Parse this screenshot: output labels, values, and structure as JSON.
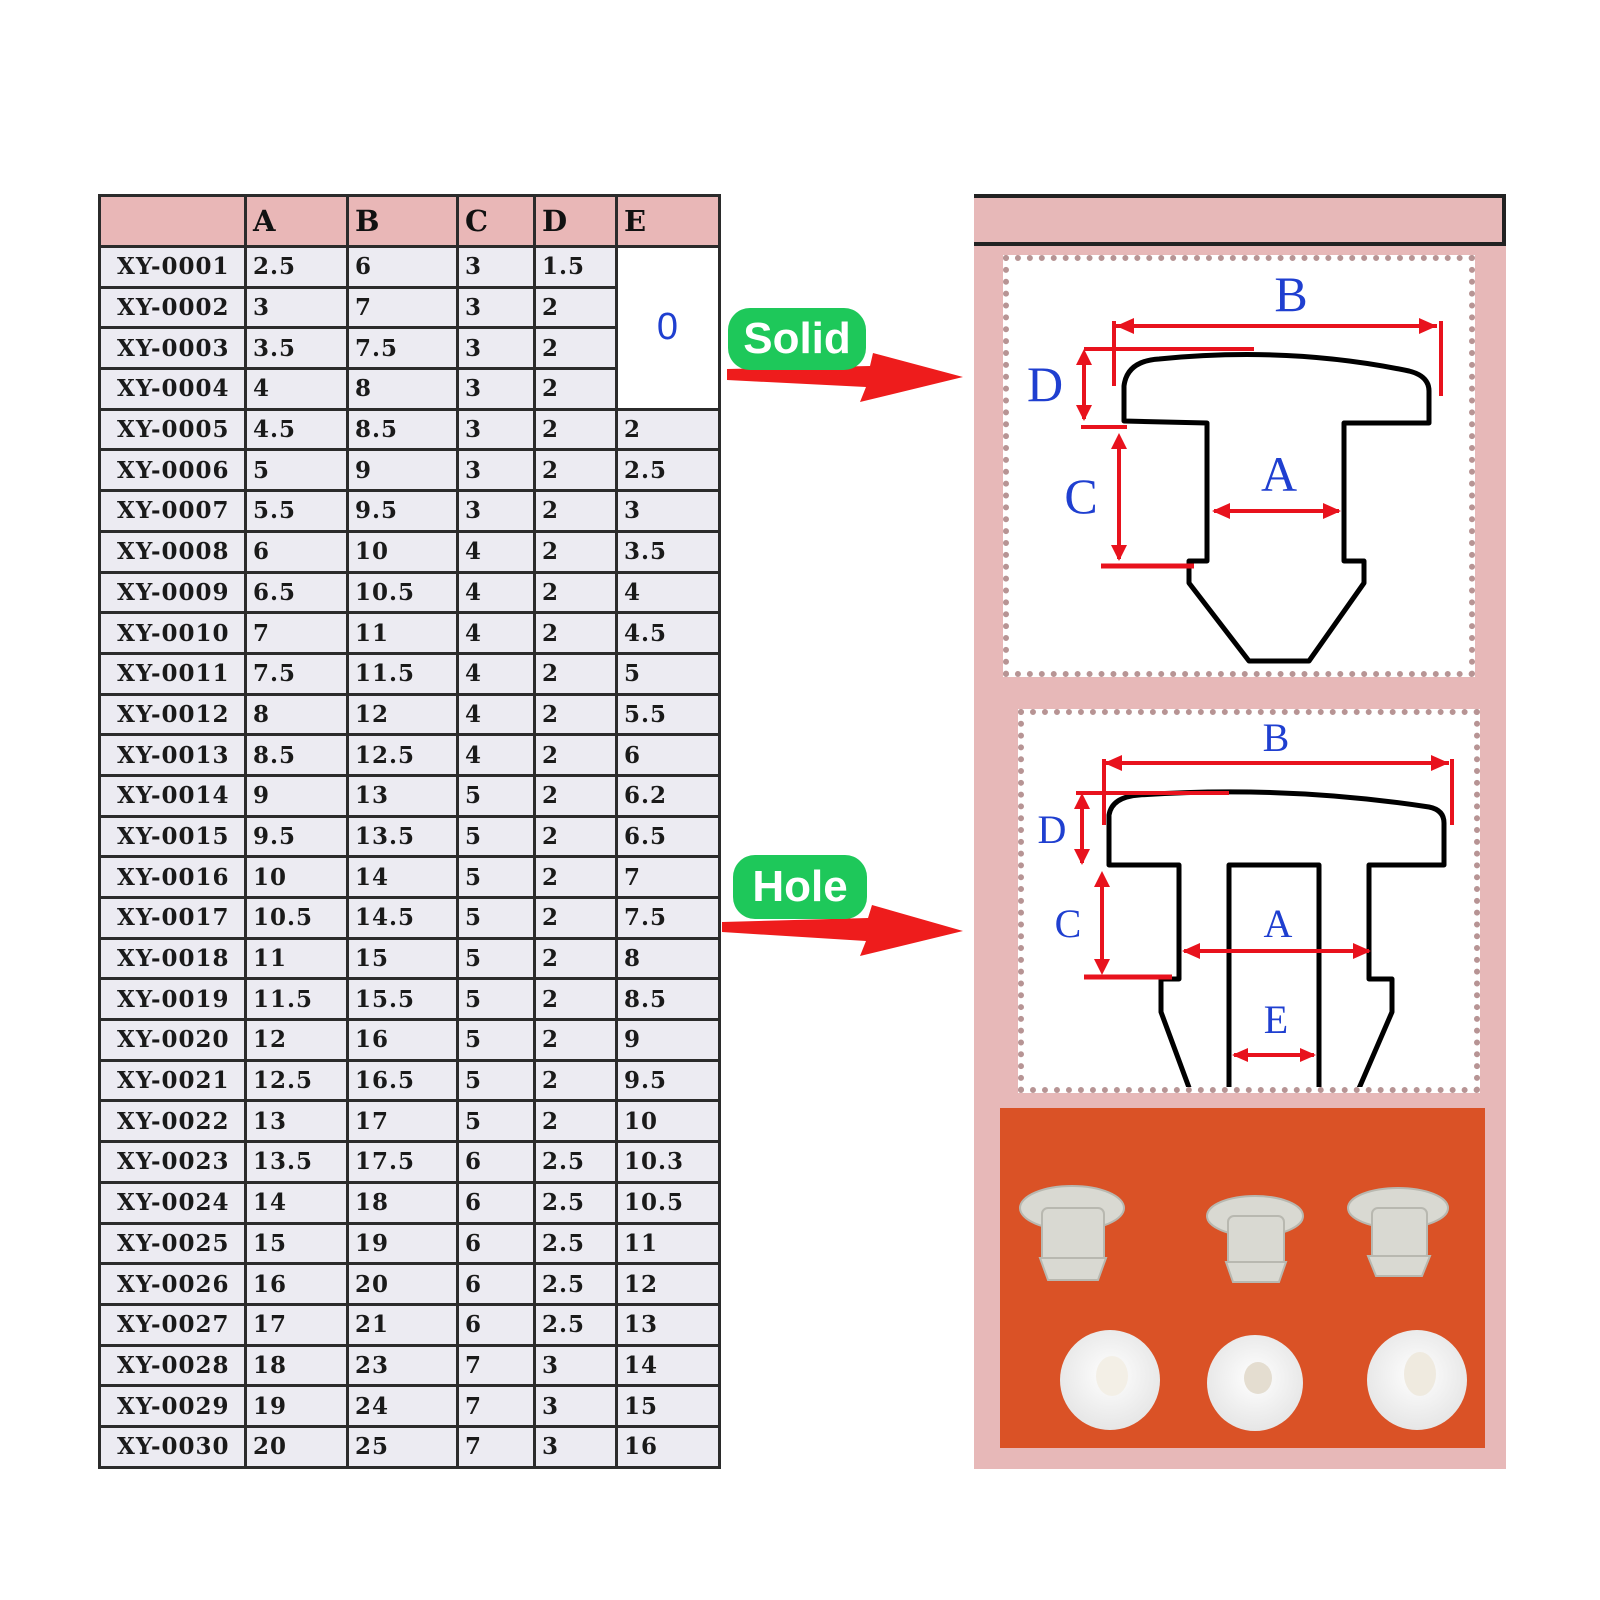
{
  "table": {
    "headers": [
      "",
      "A",
      "B",
      "C",
      "D",
      "E"
    ],
    "solid_e_value": "0",
    "rows": [
      [
        "XY-0001",
        "2.5",
        "6",
        "3",
        "1.5",
        ""
      ],
      [
        "XY-0002",
        "3",
        "7",
        "3",
        "2",
        ""
      ],
      [
        "XY-0003",
        "3.5",
        "7.5",
        "3",
        "2",
        ""
      ],
      [
        "XY-0004",
        "4",
        "8",
        "3",
        "2",
        ""
      ],
      [
        "XY-0005",
        "4.5",
        "8.5",
        "3",
        "2",
        "2"
      ],
      [
        "XY-0006",
        "5",
        "9",
        "3",
        "2",
        "2.5"
      ],
      [
        "XY-0007",
        "5.5",
        "9.5",
        "3",
        "2",
        "3"
      ],
      [
        "XY-0008",
        "6",
        "10",
        "4",
        "2",
        "3.5"
      ],
      [
        "XY-0009",
        "6.5",
        "10.5",
        "4",
        "2",
        "4"
      ],
      [
        "XY-0010",
        "7",
        "11",
        "4",
        "2",
        "4.5"
      ],
      [
        "XY-0011",
        "7.5",
        "11.5",
        "4",
        "2",
        "5"
      ],
      [
        "XY-0012",
        "8",
        "12",
        "4",
        "2",
        "5.5"
      ],
      [
        "XY-0013",
        "8.5",
        "12.5",
        "4",
        "2",
        "6"
      ],
      [
        "XY-0014",
        "9",
        "13",
        "5",
        "2",
        "6.2"
      ],
      [
        "XY-0015",
        "9.5",
        "13.5",
        "5",
        "2",
        "6.5"
      ],
      [
        "XY-0016",
        "10",
        "14",
        "5",
        "2",
        "7"
      ],
      [
        "XY-0017",
        "10.5",
        "14.5",
        "5",
        "2",
        "7.5"
      ],
      [
        "XY-0018",
        "11",
        "15",
        "5",
        "2",
        "8"
      ],
      [
        "XY-0019",
        "11.5",
        "15.5",
        "5",
        "2",
        "8.5"
      ],
      [
        "XY-0020",
        "12",
        "16",
        "5",
        "2",
        "9"
      ],
      [
        "XY-0021",
        "12.5",
        "16.5",
        "5",
        "2",
        "9.5"
      ],
      [
        "XY-0022",
        "13",
        "17",
        "5",
        "2",
        "10"
      ],
      [
        "XY-0023",
        "13.5",
        "17.5",
        "6",
        "2.5",
        "10.3"
      ],
      [
        "XY-0024",
        "14",
        "18",
        "6",
        "2.5",
        "10.5"
      ],
      [
        "XY-0025",
        "15",
        "19",
        "6",
        "2.5",
        "11"
      ],
      [
        "XY-0026",
        "16",
        "20",
        "6",
        "2.5",
        "12"
      ],
      [
        "XY-0027",
        "17",
        "21",
        "6",
        "2.5",
        "13"
      ],
      [
        "XY-0028",
        "18",
        "23",
        "7",
        "3",
        "14"
      ],
      [
        "XY-0029",
        "19",
        "24",
        "7",
        "3",
        "15"
      ],
      [
        "XY-0030",
        "20",
        "25",
        "7",
        "3",
        "16"
      ]
    ]
  },
  "labels": {
    "solid": "Solid",
    "hole": "Hole"
  },
  "diagram_solid": {
    "a": "A",
    "b": "B",
    "c": "C",
    "d": "D"
  },
  "diagram_hole": {
    "a": "A",
    "b": "B",
    "c": "C",
    "d": "D",
    "e": "E"
  },
  "colors": {
    "header_pink": "#e9b7b7",
    "cell_bg": "#ecebf2",
    "pill_green": "#1ec85a",
    "arrow_red": "#ee1c1c",
    "dim_red": "#e8121d",
    "letter_blue": "#1f3fd0",
    "photo_orange": "#e0572a"
  },
  "photo": {
    "description_icon": "rubber-plugs-photo"
  }
}
